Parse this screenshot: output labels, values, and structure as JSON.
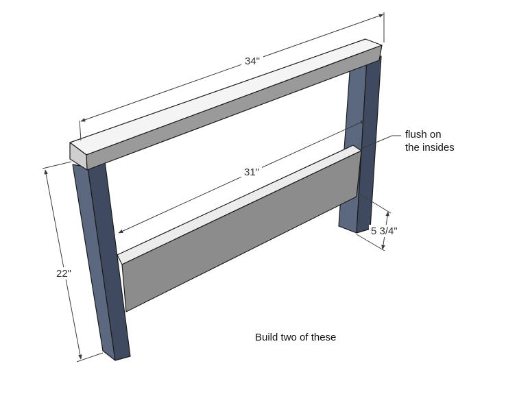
{
  "dimensions": {
    "top_rail_length": "34\"",
    "bottom_rail_length": "31\"",
    "leg_height": "22\"",
    "rail_height": "5 3/4\""
  },
  "notes": {
    "flush_line1": "flush on",
    "flush_line2": "the insides",
    "build_instruction": "Build two of these"
  },
  "colors": {
    "leg_front": "#5b6880",
    "leg_side": "#3f4a60",
    "top_face": "#f4f4f4",
    "top_front": "#9a9a9a",
    "top_end": "#cfcfcf",
    "rail_front": "#8c8c8c",
    "rail_top": "#ececec"
  }
}
